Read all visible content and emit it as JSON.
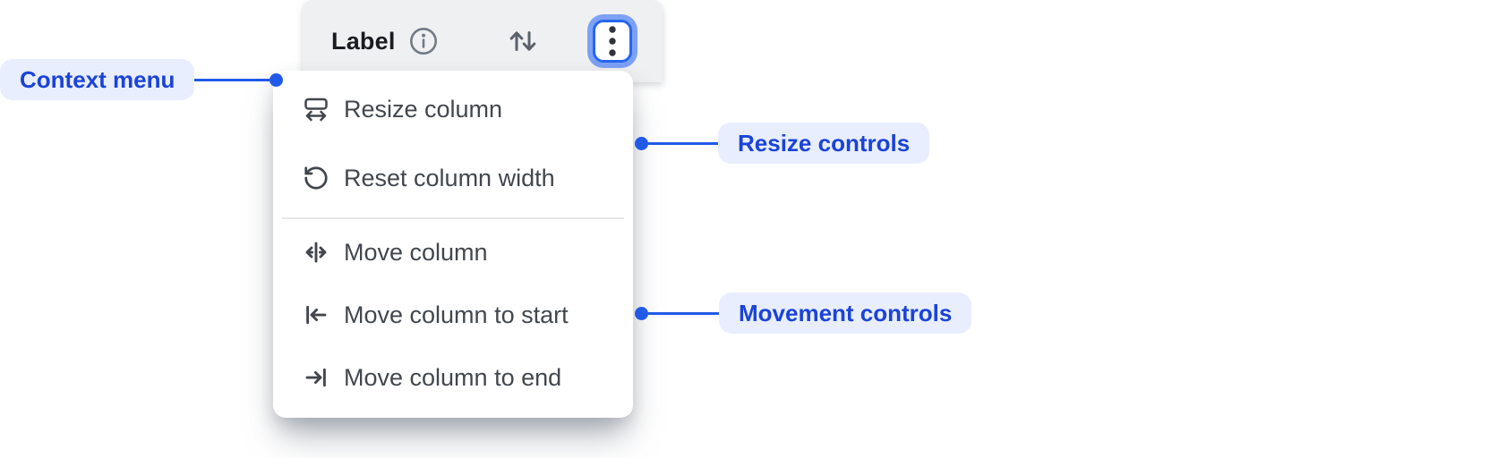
{
  "column_header": {
    "label": "Label",
    "info_icon": "info-icon",
    "sort_icon": "sort-arrows-icon",
    "menu_button_icon": "kebab-vertical-dots-icon"
  },
  "context_menu": {
    "items": [
      {
        "label": "Resize column",
        "icon": "resize-column-icon",
        "group": "resize"
      },
      {
        "label": "Reset column width",
        "icon": "reset-column-width-icon",
        "group": "resize"
      },
      {
        "label": "Move column",
        "icon": "move-column-icon",
        "group": "movement"
      },
      {
        "label": "Move column to start",
        "icon": "move-column-to-start-icon",
        "group": "movement"
      },
      {
        "label": "Move column to end",
        "icon": "move-column-to-end-icon",
        "group": "movement"
      }
    ],
    "divider_after_index": 1
  },
  "annotations": {
    "context_menu": {
      "label": "Context menu"
    },
    "resize_controls": {
      "label": "Resize controls"
    },
    "movement_controls": {
      "label": "Movement controls"
    }
  },
  "colors": {
    "header_bg": "#eff0f2",
    "menu_bg": "#ffffff",
    "menu_text": "#42474e",
    "header_text": "#191c20",
    "icon_gray": "#59616b",
    "focus_ring_border": "#2766ee",
    "focus_ring_glow": "#6f9cf5",
    "annotation_bg": "#e8eefe",
    "annotation_text": "#1b43d8",
    "connector": "#2159e8",
    "divider": "#e5e7ea"
  }
}
